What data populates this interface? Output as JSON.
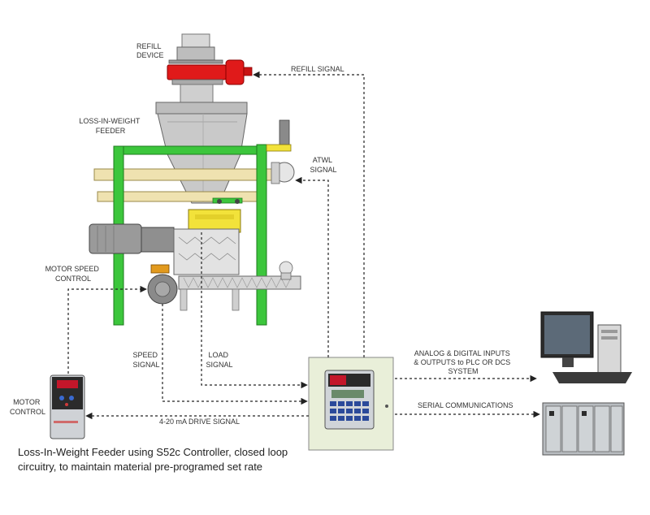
{
  "labels": {
    "refill_device": [
      "REFILL",
      "DEVICE"
    ],
    "refill_signal": "REFILL SIGNAL",
    "liw_feeder": [
      "LOSS-IN-WEIGHT",
      "FEEDER"
    ],
    "atwl_signal": [
      "ATWL",
      "SIGNAL"
    ],
    "motor_speed_control": [
      "MOTOR SPEED",
      "CONTROL"
    ],
    "speed_signal": [
      "SPEED",
      "SIGNAL"
    ],
    "load_signal": [
      "LOAD",
      "SIGNAL"
    ],
    "analog_digital": [
      "ANALOG & DIGITAL INPUTS",
      "& OUTPUTS to PLC OR DCS",
      "SYSTEM"
    ],
    "serial_comms": "SERIAL COMMUNICATIONS",
    "motor_control": [
      "MOTOR",
      "CONTROL"
    ],
    "drive_signal": "4-20 mA DRIVE SIGNAL"
  },
  "caption": {
    "line1": "Loss-In-Weight Feeder using S52c Controller, closed loop",
    "line2": "circuitry, to maintain material pre-programed set rate"
  },
  "colors": {
    "frame_green": "#3cc63c",
    "beam_tan": "#efe2b0",
    "refill_red": "#e01a1a",
    "loadcell_yellow": "#f2e23a",
    "hopper_gray": "#c9c9c9",
    "controller_box": "#e9efd9"
  }
}
